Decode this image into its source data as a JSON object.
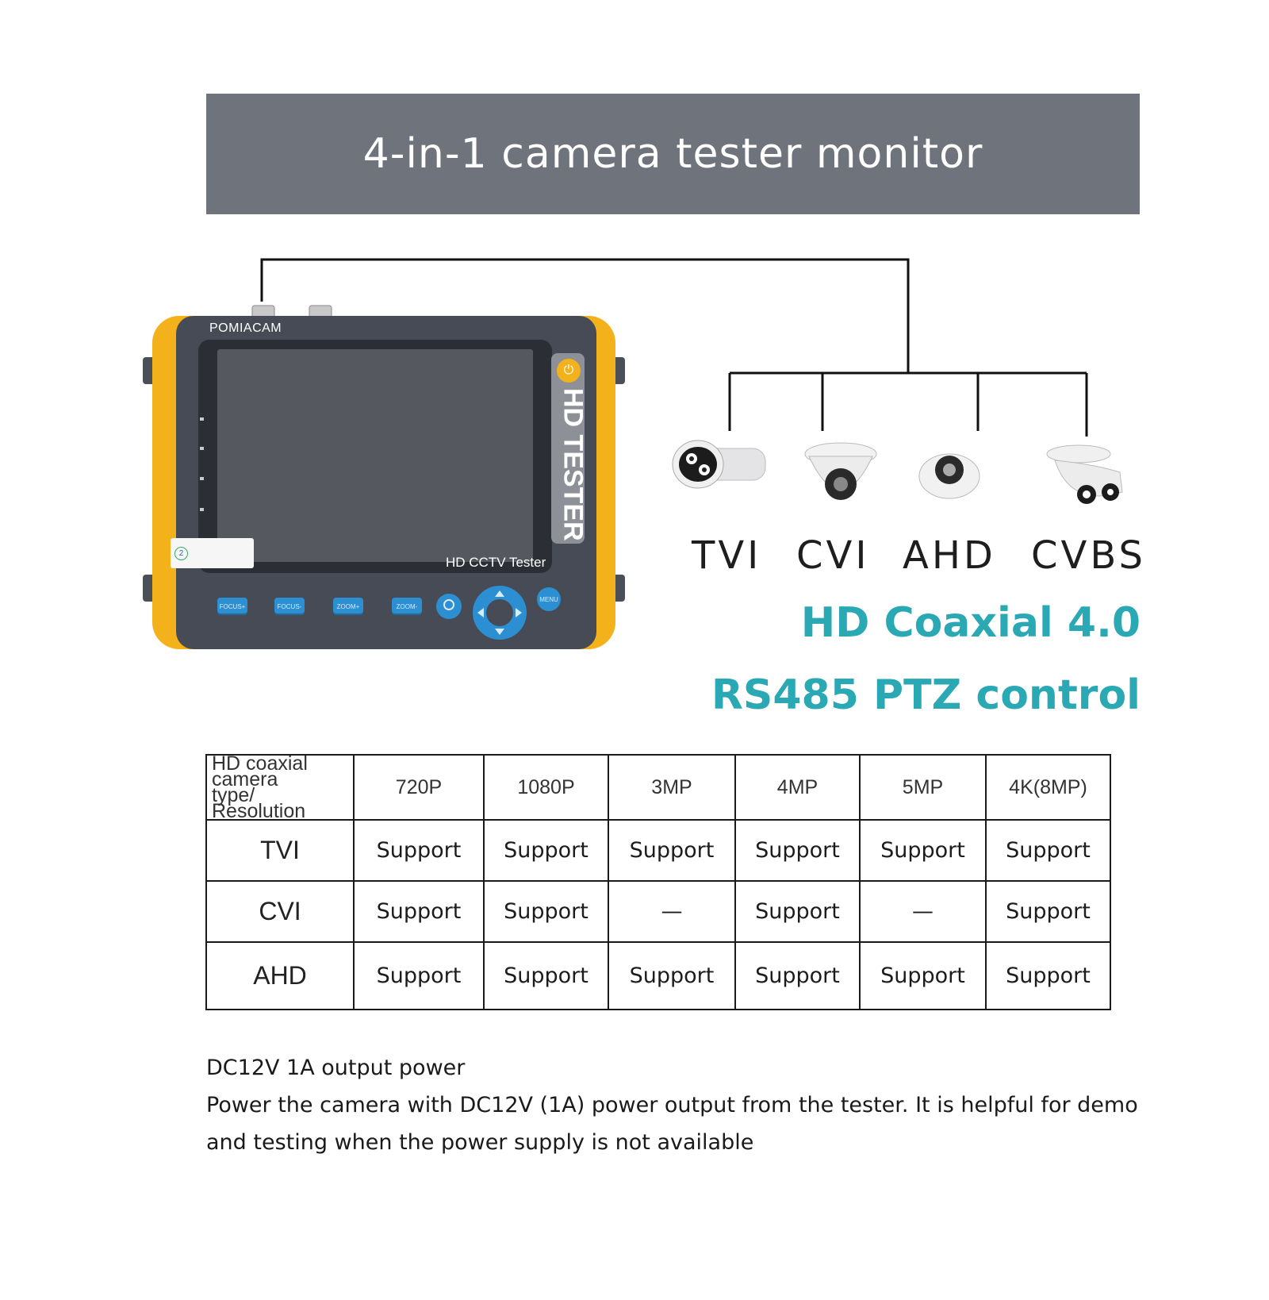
{
  "banner": {
    "title": "4-in-1 camera tester monitor"
  },
  "device": {
    "brand": "POMIACAM",
    "side_label": "HD TESTER",
    "screen_label": "HD CCTV Tester",
    "buttons": [
      "FOCUS+",
      "FOCUS-",
      "ZOOM+",
      "ZOOM-"
    ],
    "menu_label": "MENU"
  },
  "camera_types": [
    "TVI",
    "CVI",
    "AHD",
    "CVBS"
  ],
  "features": [
    "HD Coaxial 4.0",
    "RS485 PTZ control"
  ],
  "table": {
    "corner_line1": "HD coaxial camera",
    "corner_line2": "type/ Resolution",
    "columns": [
      "720P",
      "1080P",
      "3MP",
      "4MP",
      "5MP",
      "4K(8MP)"
    ],
    "rows": [
      {
        "type": "TVI",
        "cells": [
          "Support",
          "Support",
          "Support",
          "Support",
          "Support",
          "Support"
        ]
      },
      {
        "type": "CVI",
        "cells": [
          "Support",
          "Support",
          "—",
          "Support",
          "—",
          "Support"
        ]
      },
      {
        "type": "AHD",
        "cells": [
          "Support",
          "Support",
          "Support",
          "Support",
          "Support",
          "Support"
        ]
      }
    ]
  },
  "note": {
    "title": "DC12V 1A output power",
    "body": "Power the camera with DC12V (1A) power output from the tester. It is helpful for demo and testing when the power supply is not available"
  },
  "colors": {
    "banner": "#6f737b",
    "accent": "#2aa9b5",
    "device_yellow": "#f3b21c",
    "device_button": "#2c8fd1"
  }
}
